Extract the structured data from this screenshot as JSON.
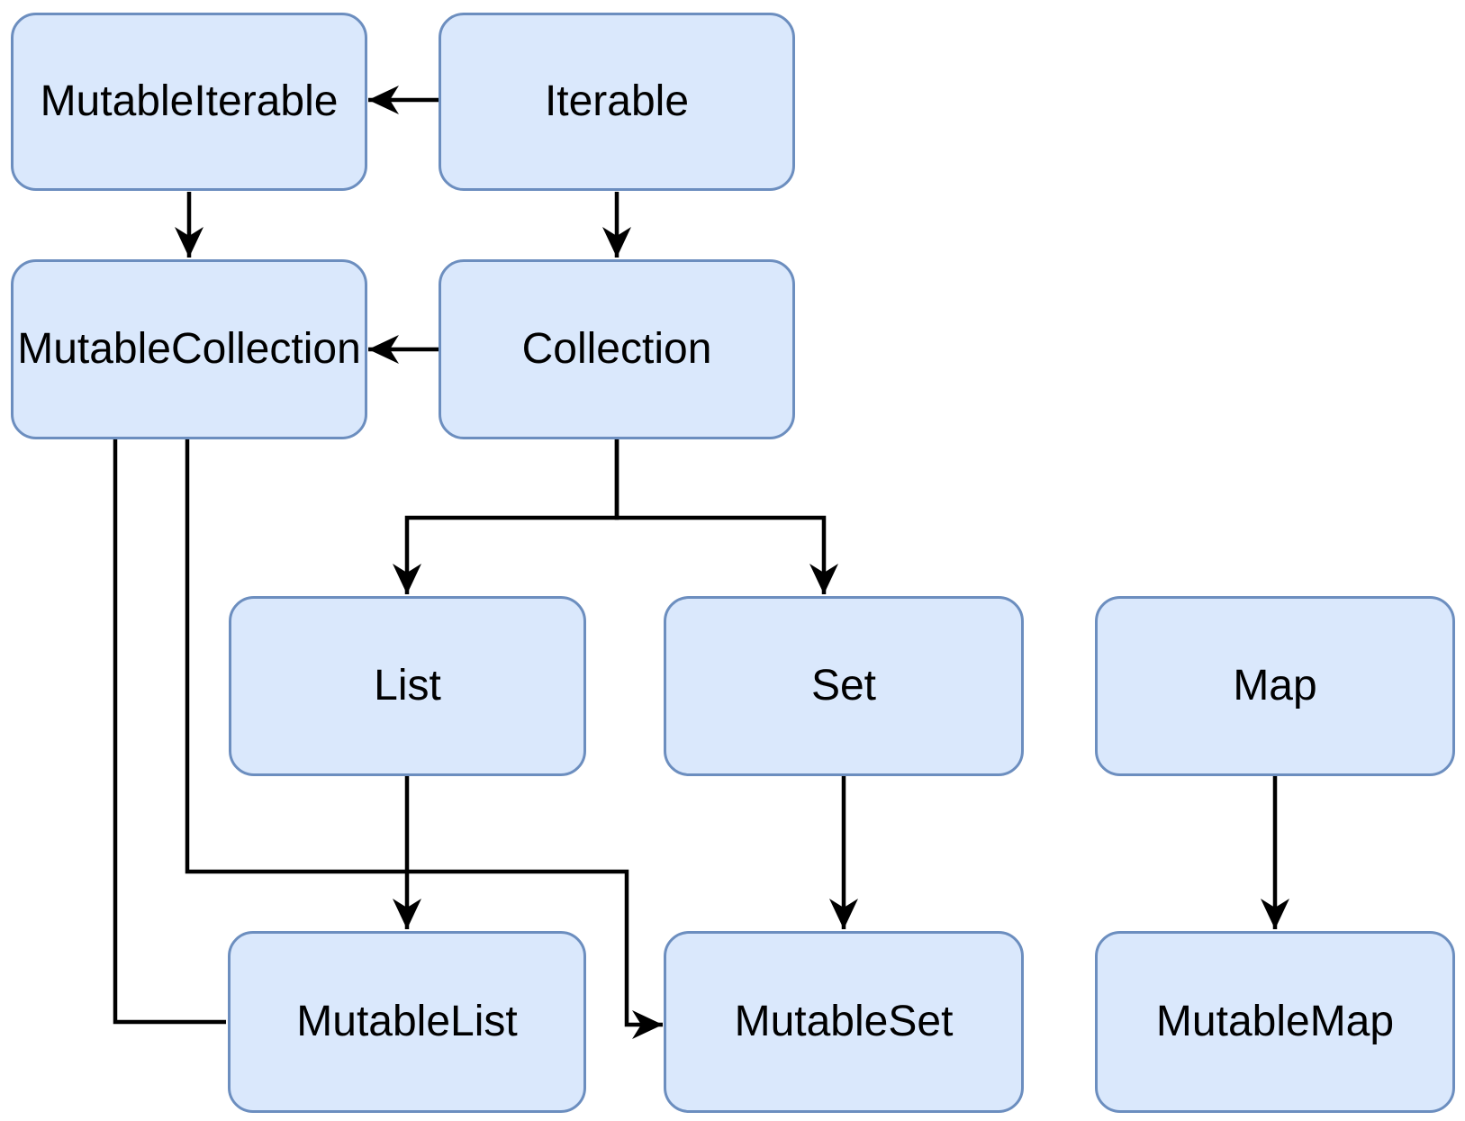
{
  "diagram": {
    "kind": "class-hierarchy",
    "background_color": "#ffffff",
    "colors": {
      "node_fill": "#dae8fc",
      "node_border": "#6c8ebf",
      "edge": "#000000",
      "label": "#000000"
    },
    "nodes": [
      {
        "id": "mutable-iterable",
        "label": "MutableIterable"
      },
      {
        "id": "iterable",
        "label": "Iterable"
      },
      {
        "id": "mutable-collection",
        "label": "MutableCollection"
      },
      {
        "id": "collection",
        "label": "Collection"
      },
      {
        "id": "list",
        "label": "List"
      },
      {
        "id": "set",
        "label": "Set"
      },
      {
        "id": "map",
        "label": "Map"
      },
      {
        "id": "mutable-list",
        "label": "MutableList"
      },
      {
        "id": "mutable-set",
        "label": "MutableSet"
      },
      {
        "id": "mutable-map",
        "label": "MutableMap"
      }
    ],
    "edges": [
      {
        "from": "Iterable",
        "to": "MutableIterable",
        "arrowhead": true
      },
      {
        "from": "MutableIterable",
        "to": "MutableCollection",
        "arrowhead": true
      },
      {
        "from": "Iterable",
        "to": "Collection",
        "arrowhead": true
      },
      {
        "from": "Collection",
        "to": "MutableCollection",
        "arrowhead": true
      },
      {
        "from": "Collection",
        "to": "List",
        "arrowhead": true
      },
      {
        "from": "Collection",
        "to": "Set",
        "arrowhead": true
      },
      {
        "from": "List",
        "to": "MutableList",
        "arrowhead": true
      },
      {
        "from": "Set",
        "to": "MutableSet",
        "arrowhead": true
      },
      {
        "from": "Map",
        "to": "MutableMap",
        "arrowhead": true
      },
      {
        "from": "MutableCollection",
        "to": "MutableList",
        "arrowhead": false
      },
      {
        "from": "MutableCollection",
        "to": "MutableSet",
        "arrowhead": true
      }
    ]
  }
}
